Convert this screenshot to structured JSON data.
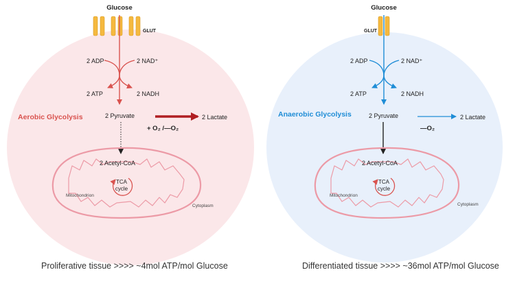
{
  "left_panel": {
    "glucose": "Glucose",
    "glut": "GLUT",
    "adp": "2 ADP",
    "nad": "2 NAD⁺",
    "atp": "2 ATP",
    "nadh": "2 NADH",
    "process": "Aerobic Glycolysis",
    "pyruvate": "2 Pyruvate",
    "lactate": "2 Lactate",
    "oxygen_label": "+ O₂ /—O₂",
    "acetyl": "2 Acetyl-CoA",
    "tca_line1": "TCA",
    "tca_line2": "cycle",
    "mitochondrion": "Mitochondrion",
    "cytoplasm": "Cytoplasm",
    "caption": "Proliferative tissue  >>>>  ~4mol ATP/mol Glucose"
  },
  "right_panel": {
    "glucose": "Glucose",
    "glut": "GLUT",
    "adp": "2 ADP",
    "nad": "2 NAD⁺",
    "atp": "2 ATP",
    "nadh": "2 NADH",
    "process": "Anaerobic Glycolysis",
    "pyruvate": "2 Pyruvate",
    "lactate": "2 Lactate",
    "oxygen_label": "—O₂",
    "acetyl": "2 Acetyl-CoA",
    "tca_line1": "TCA",
    "tca_line2": "cycle",
    "mitochondrion": "Mitochondrion",
    "cytoplasm": "Cytoplasm",
    "caption": "Differentiated tissue  >>>>  ~36mol ATP/mol Glucose"
  },
  "colors": {
    "left_accent": "#d9534f",
    "left_cell_fill": "#fbe7e9",
    "left_dark_arrow": "#b01e22",
    "right_accent": "#1f8dd6",
    "right_cell_fill": "#e8f0fb",
    "glut_fill": "#f5b93f",
    "text": "#222222"
  }
}
